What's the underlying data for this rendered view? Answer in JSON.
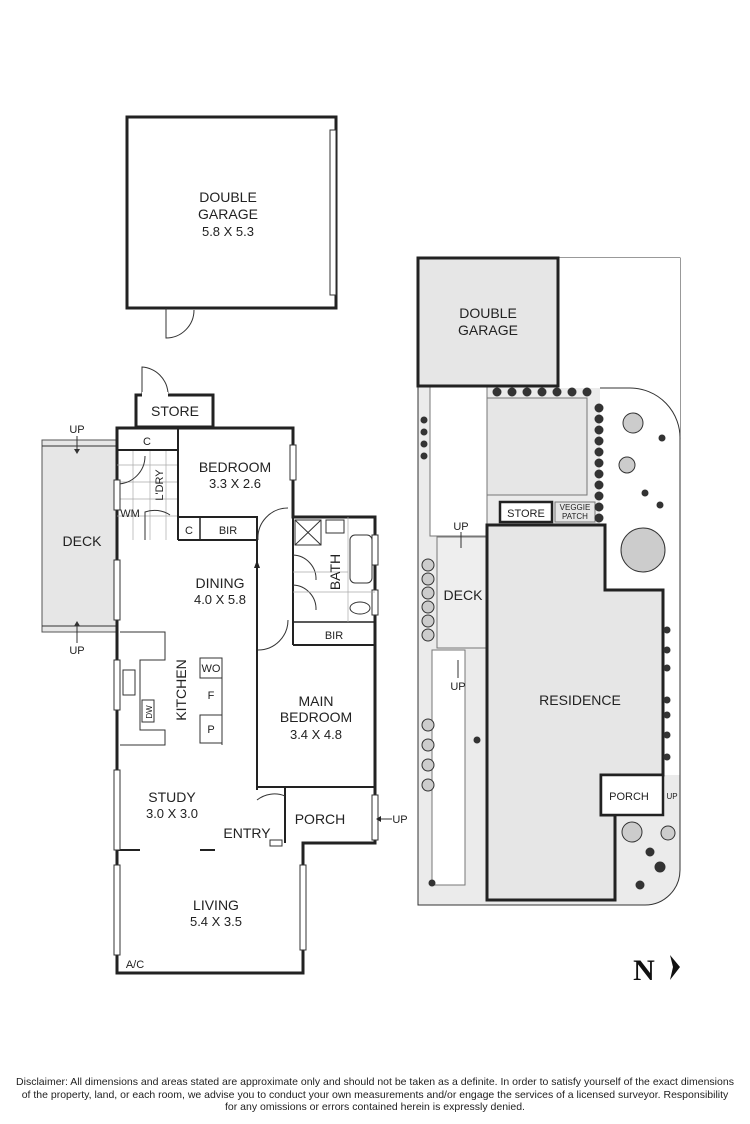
{
  "floor_plan": {
    "double_garage": {
      "name_line1": "DOUBLE",
      "name_line2": "GARAGE",
      "size": "5.8 X 5.3"
    },
    "store": "STORE",
    "deck": "DECK",
    "deck_up_top": "UP",
    "deck_up_bottom": "UP",
    "c_top": "C",
    "laundry": "L'DRY",
    "wm": "WM",
    "bedroom": {
      "name": "BEDROOM",
      "size": "3.3 X 2.6"
    },
    "c_lower": "C",
    "bir_bedroom": "BIR",
    "bath": "BATH",
    "bir_main": "BIR",
    "dining": {
      "name": "DINING",
      "size": "4.0 X 5.8"
    },
    "kitchen": "KITCHEN",
    "dw": "DW",
    "wo": "WO",
    "f": "F",
    "p": "P",
    "main_bedroom": {
      "name_line1": "MAIN",
      "name_line2": "BEDROOM",
      "size": "3.4 X 4.8"
    },
    "study": {
      "name": "STUDY",
      "size": "3.0 X 3.0"
    },
    "entry": "ENTRY",
    "porch": "PORCH",
    "porch_up": "UP",
    "living": {
      "name": "LIVING",
      "size": "5.4 X 3.5"
    },
    "ac": "A/C"
  },
  "site_plan": {
    "double_garage_line1": "DOUBLE",
    "double_garage_line2": "GARAGE",
    "store": "STORE",
    "veggie_line1": "VEGGIE",
    "veggie_line2": "PATCH",
    "deck": "DECK",
    "deck_up_top": "UP",
    "deck_up_bottom": "UP",
    "residence": "RESIDENCE",
    "porch": "PORCH",
    "porch_up": "UP"
  },
  "north": "N",
  "disclaimer": {
    "line1": "Disclaimer: All dimensions and areas stated are approximate only and should not be taken as a definite. In order to satisfy yourself of the exact dimensions",
    "line2": "of the property, land, or each room, we advise you to conduct your own measurements and/or engage the services of a licensed surveyor. Responsibility",
    "line3": "for any omissions or errors contained herein is expressly denied."
  },
  "colors": {
    "wall": "#222222",
    "fill_grey": "#e6e6e6",
    "background": "#ffffff"
  }
}
